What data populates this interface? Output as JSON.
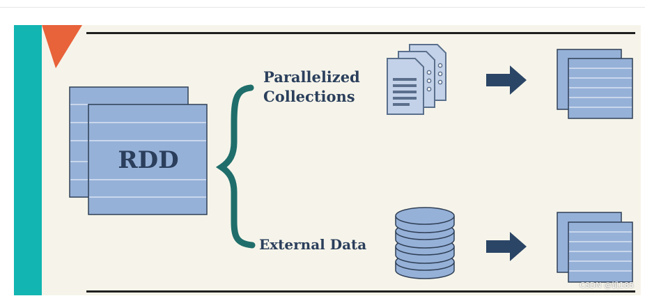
{
  "labels": {
    "rdd": "RDD",
    "parallelized_line1": "Parallelized",
    "parallelized_line2": "Collections",
    "external_data": "External Data"
  },
  "watermark": "CSDN @饥185",
  "colors": {
    "teal_bar": "#12b5b2",
    "orange_corner": "#e8623a",
    "brace": "#1f6e6b",
    "stack_fill": "#96b1d8",
    "stack_stroke": "#2f3f55",
    "arrow": "#2b4566",
    "text": "#2b3f5c",
    "background": "#f6f4ea"
  },
  "icons": [
    "document-stack-icon",
    "database-icon",
    "arrow-right-icon",
    "data-stack-icon",
    "curly-brace-icon"
  ]
}
